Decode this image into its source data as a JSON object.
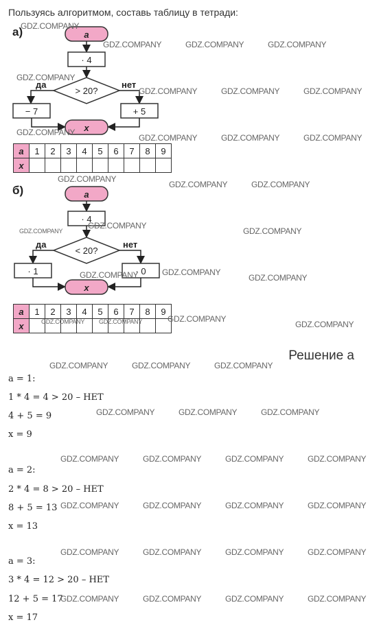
{
  "intro": "Пользуясь алгоритмом, составь таблицу в тетради:",
  "part_a": {
    "label": "а)",
    "start": "a",
    "multiply": "· 4",
    "condition": "> 20?",
    "yes": "да",
    "no": "нет",
    "yes_op": "− 7",
    "no_op": "+ 5",
    "end": "x"
  },
  "part_b": {
    "label": "б)",
    "start": "a",
    "multiply": "· 4",
    "condition": "< 20?",
    "yes": "да",
    "no": "нет",
    "yes_op": "· 1",
    "no_op": "· 0",
    "end": "x"
  },
  "table": {
    "row_a": "a",
    "row_x": "x",
    "values": [
      "1",
      "2",
      "3",
      "4",
      "5",
      "6",
      "7",
      "8",
      "9"
    ]
  },
  "solution_title": "Решение а",
  "solution_lines": [
    "a = 1:",
    "1 * 4 = 4 > 20 – НЕТ",
    "4 + 5 = 9",
    "x = 9",
    "a = 2:",
    "2 * 4 = 8 > 20 – НЕТ",
    "8 + 5 = 13",
    "x = 13",
    "a = 3:",
    "3 * 4 = 12 > 20 – НЕТ",
    "12 + 5 = 17",
    "x = 17"
  ],
  "watermark": "GDZ.COMPANY"
}
